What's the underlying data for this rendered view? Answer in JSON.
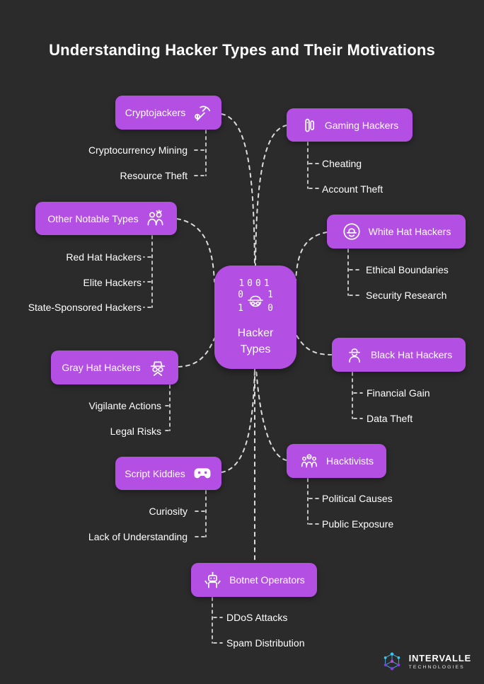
{
  "title": "Understanding Hacker Types and Their Motivations",
  "center": {
    "label": "Hacker Types",
    "icon": "binary-incognito-icon"
  },
  "branches": {
    "cryptojackers": {
      "label": "Cryptojackers",
      "icon": "pickaxe-mining-icon",
      "items": [
        "Cryptocurrency Mining",
        "Resource Theft"
      ]
    },
    "gaming_hackers": {
      "label": "Gaming Hackers",
      "icon": "game-console-icon",
      "items": [
        "Cheating",
        "Account Theft"
      ]
    },
    "other_notable_types": {
      "label": "Other Notable Types",
      "icon": "people-pair-icon",
      "items": [
        "Red Hat Hackers",
        "Elite Hackers",
        "State-Sponsored Hackers"
      ]
    },
    "white_hat_hackers": {
      "label": "White Hat Hackers",
      "icon": "white-hat-badge-icon",
      "items": [
        "Ethical Boundaries",
        "Security Research"
      ]
    },
    "gray_hat_hackers": {
      "label": "Gray Hat Hackers",
      "icon": "spy-icon",
      "items": [
        "Vigilante Actions",
        "Legal Risks"
      ]
    },
    "black_hat_hackers": {
      "label": "Black Hat Hackers",
      "icon": "black-hat-person-icon",
      "items": [
        "Financial Gain",
        "Data Theft"
      ]
    },
    "script_kiddies": {
      "label": "Script Kiddies",
      "icon": "game-controller-icon",
      "items": [
        "Curiosity",
        "Lack of Understanding"
      ]
    },
    "hacktivists": {
      "label": "Hacktivists",
      "icon": "group-protest-icon",
      "items": [
        "Political Causes",
        "Public Exposure"
      ]
    },
    "botnet_operators": {
      "label": "Botnet Operators",
      "icon": "robot-icon",
      "items": [
        "DDoS Attacks",
        "Spam Distribution"
      ]
    }
  },
  "logo": {
    "name": "INTERVALLE",
    "subtitle": "TECHNOLOGIES"
  },
  "colors": {
    "background": "#2b2b2b",
    "node_fill": "#b44fe3",
    "text": "#ffffff",
    "connector": "#dcdcdc",
    "logo_cyan": "#35c8f5",
    "logo_purple": "#8a3ce8"
  }
}
